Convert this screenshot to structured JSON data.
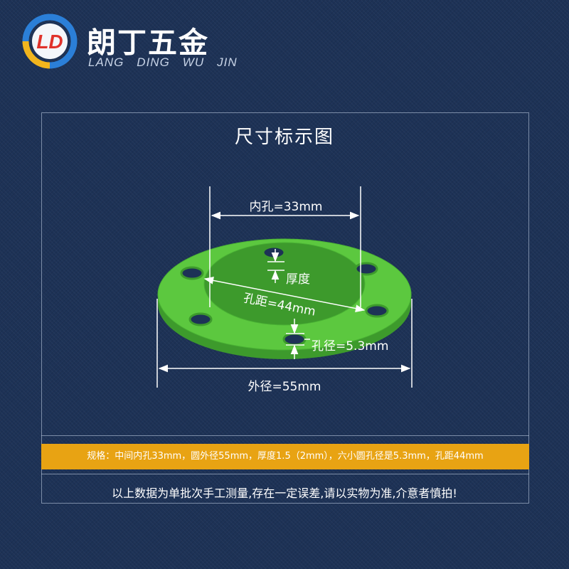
{
  "brand": {
    "name_cn": "朗丁五金",
    "name_en": [
      "LANG",
      "DING",
      "WU",
      "JIN"
    ],
    "logo_letters": "LD",
    "colors": {
      "ring_blue": "#2b7fd8",
      "ring_yellow": "#f2b51d",
      "ring_red": "#e0322b"
    }
  },
  "panel": {
    "title": "尺寸标示图"
  },
  "diagram": {
    "part_color": "#56c43a",
    "labels": {
      "inner_hole": "内孔=33mm",
      "thickness": "厚度",
      "hole_spacing": "孔距=44mm",
      "hole_diameter": "孔径=5.3mm",
      "outer_diameter": "外径=55mm"
    }
  },
  "spec": "规格：中间内孔33mm，圆外径55mm，厚度1.5（2mm），六小圆孔径是5.3mm，孔距44mm",
  "disclaimer": "以上数据为单批次手工测量,存在一定误差,请以实物为准,介意者慎拍!"
}
